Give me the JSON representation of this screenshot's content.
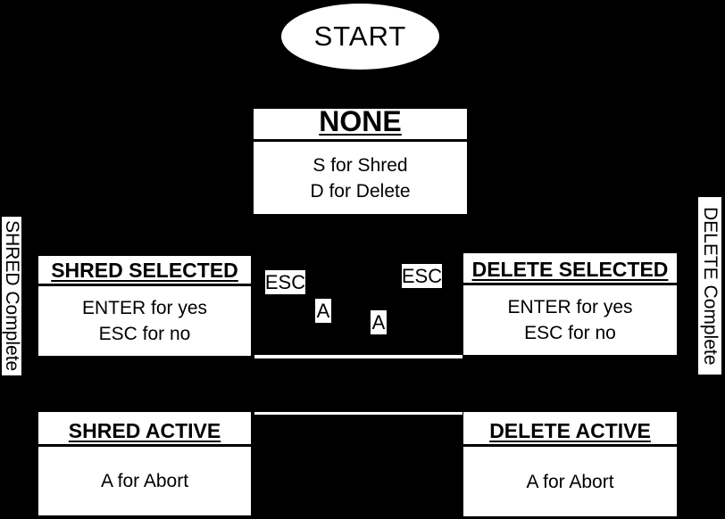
{
  "diagram": {
    "type": "state-machine",
    "colors": {
      "background": "#000000",
      "node_fill": "#ffffff",
      "node_text": "#000000",
      "divider": "#000000"
    },
    "start": {
      "label": "START"
    },
    "states": {
      "none": {
        "title": "NONE",
        "line1": "S for Shred",
        "line2": "D for Delete"
      },
      "shred_selected": {
        "title": "SHRED SELECTED",
        "line1": "ENTER for yes",
        "line2": "ESC for no"
      },
      "delete_selected": {
        "title": "DELETE SELECTED",
        "line1": "ENTER for yes",
        "line2": "ESC for no"
      },
      "shred_active": {
        "title": "SHRED ACTIVE",
        "line1": "A for Abort"
      },
      "delete_active": {
        "title": "DELETE ACTIVE",
        "line1": "A for Abort"
      }
    },
    "edge_labels": {
      "esc_left": "ESC",
      "esc_right": "ESC",
      "abort_left": "A",
      "abort_right": "A"
    },
    "side_labels": {
      "left": "SHRED Complete",
      "right": "DELETE Complete"
    }
  }
}
